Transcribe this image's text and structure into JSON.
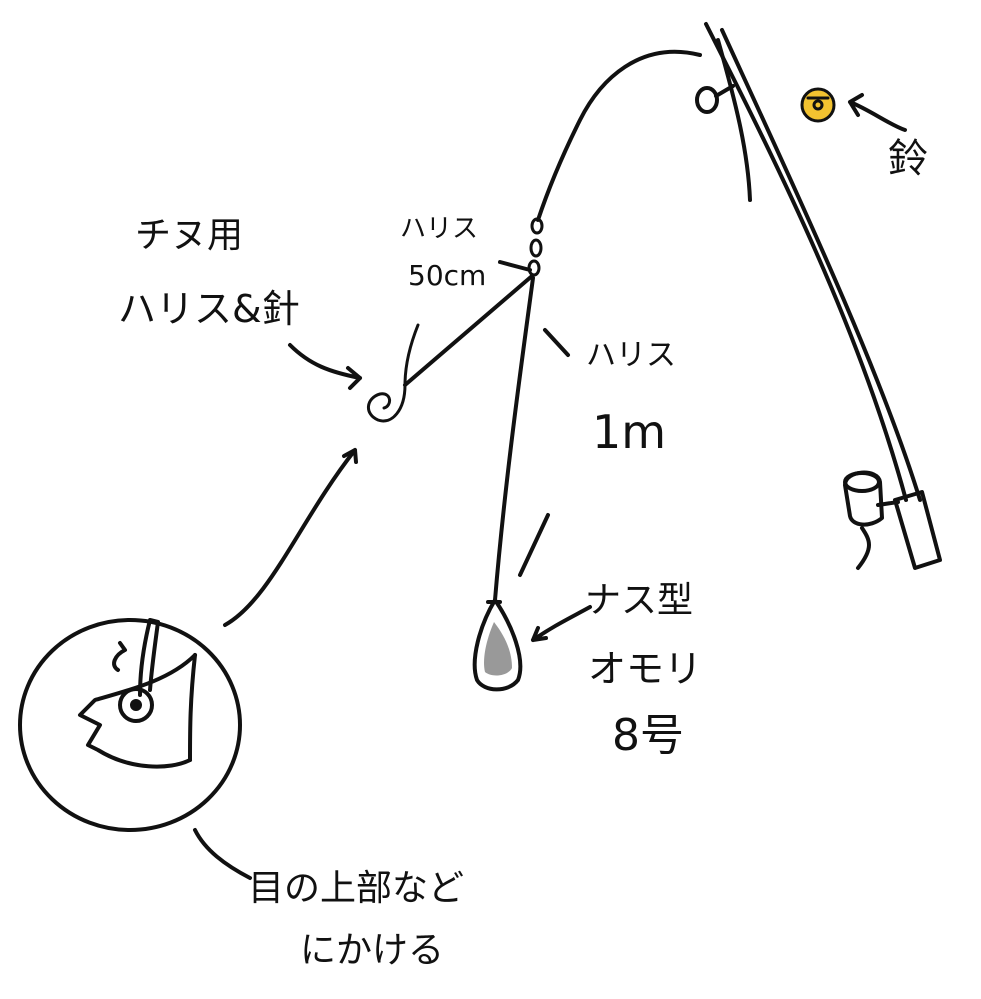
{
  "colors": {
    "ink": "#111111",
    "bell": "#f2c230",
    "sinker": "#999999",
    "background": "#ffffff"
  },
  "labels": {
    "chinu_line_hook": [
      "チヌ用",
      "ハリス&針"
    ],
    "leader_short": [
      "ハリス",
      "50cm"
    ],
    "leader_long": [
      "ハリス",
      "1m"
    ],
    "sinker": [
      "ナス型",
      "オモリ",
      "8号"
    ],
    "bell": "鈴",
    "bait_hook": [
      "目の上部など",
      "にかける"
    ]
  }
}
